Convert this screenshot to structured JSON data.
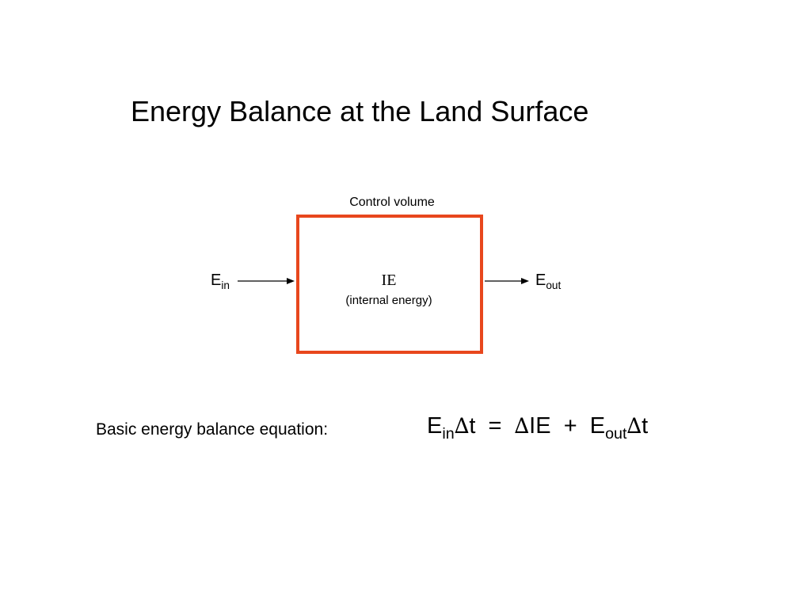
{
  "slide": {
    "title": "Energy Balance at the Land Surface"
  },
  "diagram": {
    "control_volume_label": "Control volume",
    "internal_energy_symbol": "IE",
    "internal_energy_caption": "(internal energy)",
    "energy_in": {
      "base": "E",
      "subscript": "in"
    },
    "energy_out": {
      "base": "E",
      "subscript": "out"
    },
    "box_border_color": "#e8471d",
    "arrow_color": "#000000"
  },
  "equation": {
    "caption": "Basic energy balance equation:",
    "lhs_base": "E",
    "lhs_subscript": "in",
    "lhs_delta": "∆",
    "lhs_var": "t",
    "equals": "  =  ",
    "rhs_delta": "∆",
    "rhs_term": "IE",
    "plus": "  +  ",
    "rhs2_base": "E",
    "rhs2_subscript": "out",
    "rhs2_delta": "∆",
    "rhs2_var": "t"
  }
}
